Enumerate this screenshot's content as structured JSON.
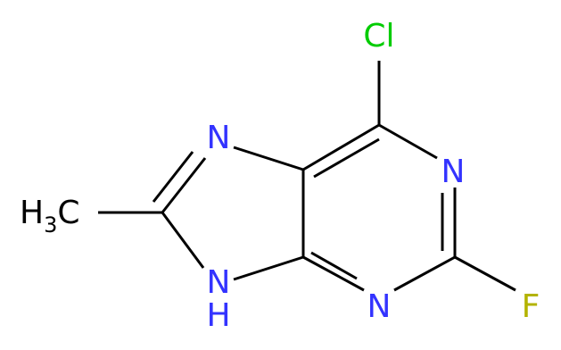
{
  "molecule": {
    "atoms": {
      "cl": {
        "label": "Cl",
        "color": "#00cc00"
      },
      "n_top_left": {
        "label": "N",
        "color": "#3333ff"
      },
      "n_right": {
        "label": "N",
        "color": "#3333ff"
      },
      "n_bottom": {
        "label": "N",
        "color": "#3333ff"
      },
      "n_h": {
        "label": "N",
        "sub": "H",
        "color": "#3333ff"
      },
      "f": {
        "label": "F",
        "color": "#b3b300"
      },
      "methyl": {
        "label": "H",
        "sub": "3",
        "tail": "C",
        "color": "#000000"
      }
    },
    "bond_color": "#000000"
  }
}
